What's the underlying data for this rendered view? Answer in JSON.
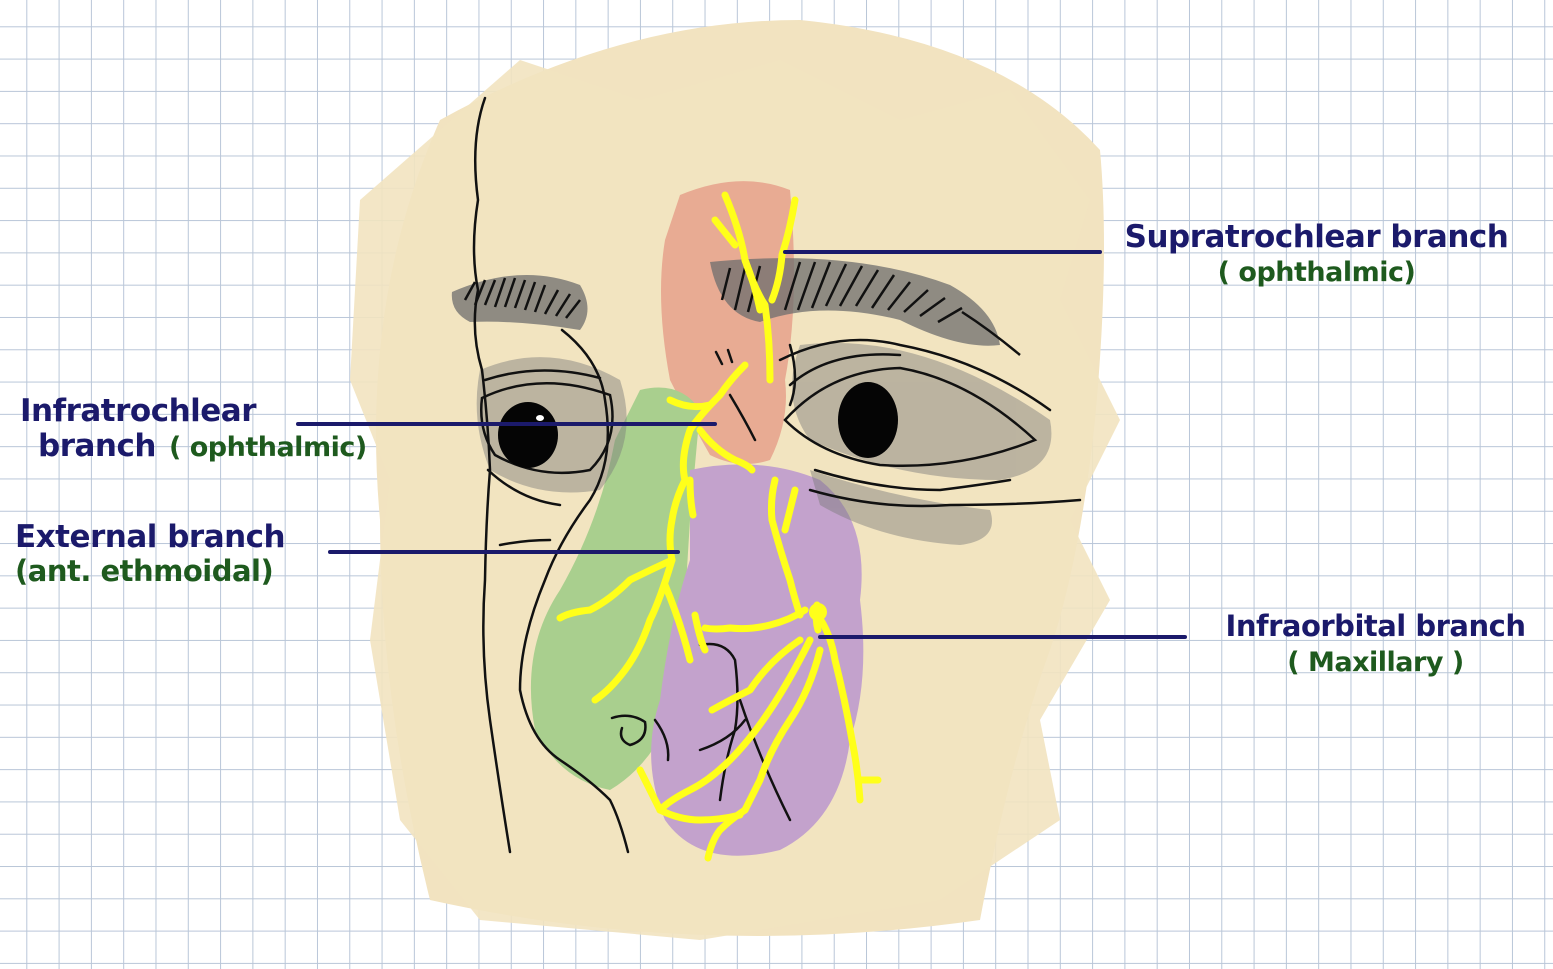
{
  "colors": {
    "skin": "#f2e3c0",
    "supratrochlear_region": "#e8ab93",
    "external_nasal_region": "#a9cf8e",
    "infraorbital_region": "#c3a2cc",
    "nerve": "#ffff1a",
    "leader_line": "#1b1a6b",
    "branch_text": "#1b1a6b",
    "source_text": "#1e5a1e",
    "sketch": "#111111",
    "shadow": "#7a7a7a"
  },
  "labels": {
    "supratrochlear": {
      "name": "Supratrochlear branch",
      "source": "( ophthalmic)"
    },
    "infratrochlear": {
      "name": "Infratrochlear",
      "name2": "branch",
      "source": "( ophthalmic)"
    },
    "external": {
      "name": "External branch",
      "source": "(ant. ethmoidal)"
    },
    "infraorbital": {
      "name": "Infraorbital branch",
      "source": "( Maxillary )"
    }
  }
}
